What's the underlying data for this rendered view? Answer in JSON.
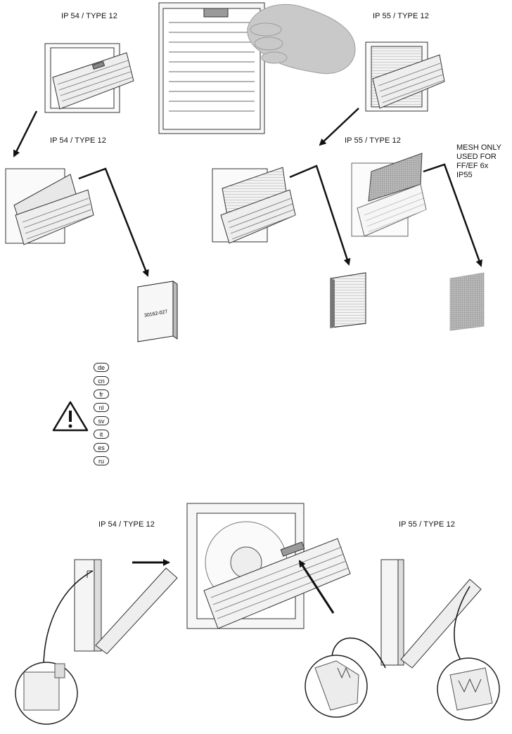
{
  "labels": {
    "top_left": "IP 54 / TYPE 12",
    "top_right": "IP 55 / TYPE 12",
    "mid_left": "IP 54 / TYPE 12",
    "mid_right": "IP 55 / TYPE 12",
    "bottom_left": "IP 54 / TYPE 12",
    "bottom_right": "IP 55 / TYPE 12"
  },
  "mesh_note": "MESH ONLY\nUSED FOR\nFF/EF 6x\nIP55",
  "filter_mat_code": "30162-027",
  "languages": [
    "de",
    "cn",
    "fr",
    "nl",
    "sv",
    "it",
    "es",
    "ru"
  ],
  "icons": [
    "warning-icon",
    "hand-icon",
    "arrow-icon"
  ]
}
